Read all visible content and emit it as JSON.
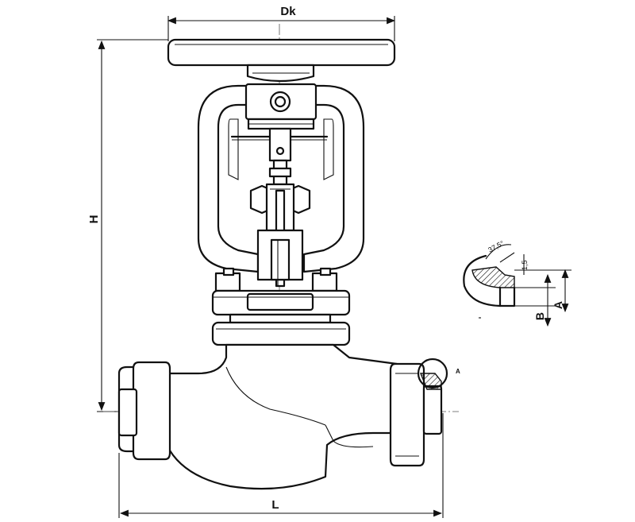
{
  "dimensions": {
    "handwheel_diameter": "Dk",
    "height": "H",
    "length": "L"
  },
  "detail": {
    "callout": "A",
    "angle": "37,5°",
    "land": "1,5",
    "dim_a": "A",
    "dim_b": "B"
  }
}
